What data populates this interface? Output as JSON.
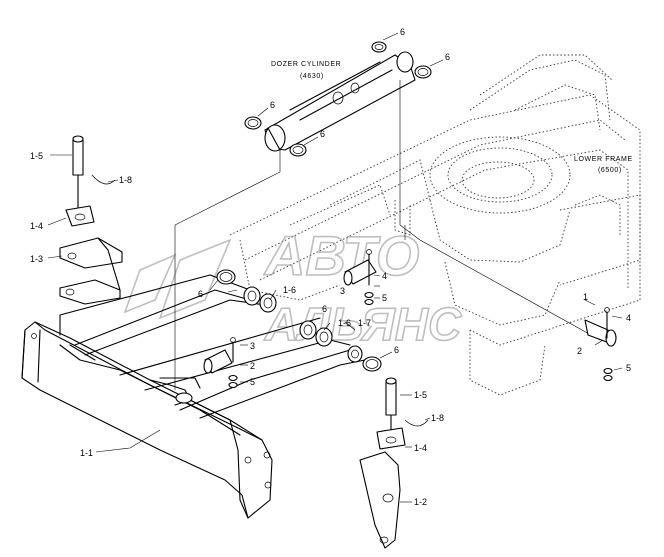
{
  "captions": {
    "dozer_cylinder": "DOZER CYLINDER",
    "dozer_cylinder_code": "(4630)",
    "lower_frame": "LOWER FRAME",
    "lower_frame_code": "(6500)"
  },
  "watermark": {
    "line1": "АВТО",
    "line2": "АЛЬЯНС"
  },
  "labels": {
    "l1_1": "1-1",
    "l1_2": "1-2",
    "l1_3": "1-3",
    "l1_4a": "1-4",
    "l1_4b": "1-4",
    "l1_5a": "1-5",
    "l1_5b": "1-5",
    "l1_6": "1-6",
    "l1_7": "1-7",
    "l1_8a": "1-8",
    "l1_8b": "1-8",
    "l1_top": "1",
    "l2a": "2",
    "l2b": "2",
    "l3a": "3",
    "l3b": "3",
    "l4a": "4",
    "l4b": "4",
    "l5a": "5",
    "l5b": "5",
    "l5c": "5",
    "l6a": "6",
    "l6b": "6",
    "l6c": "6",
    "l6d": "6",
    "l6e": "6",
    "l6f": "6",
    "l6g": "6"
  },
  "colors": {
    "line": "#000000",
    "watermark": "#8a8a8a",
    "background": "#ffffff"
  }
}
